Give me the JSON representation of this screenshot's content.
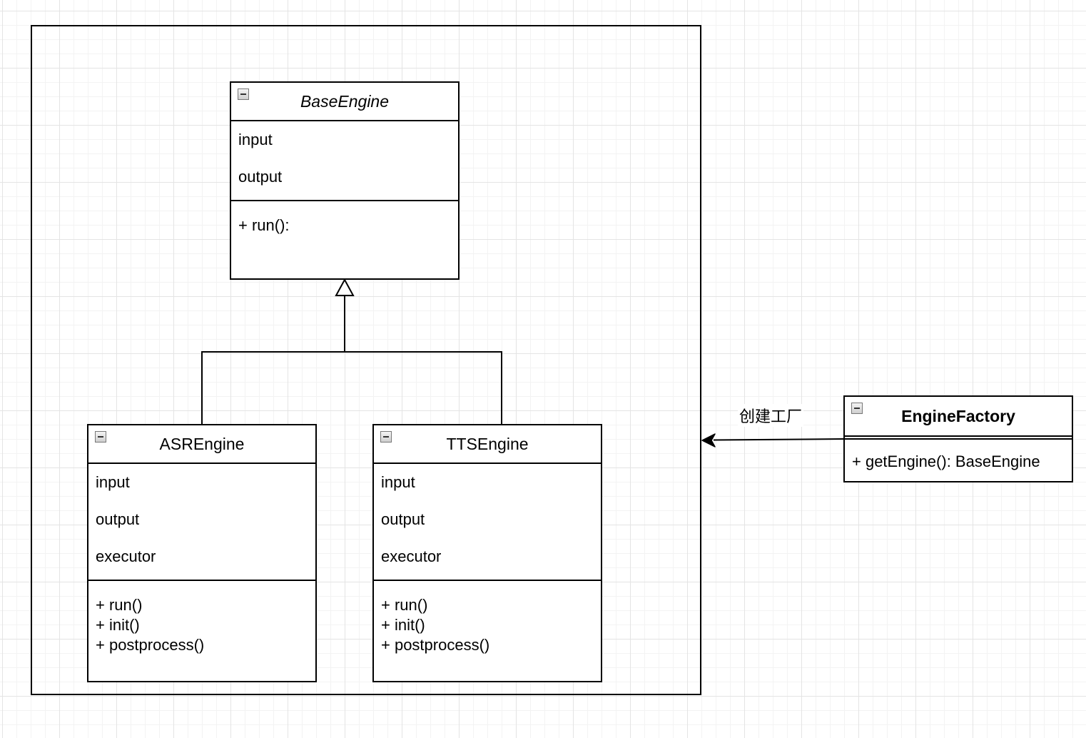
{
  "classes": {
    "base_engine": {
      "name": "BaseEngine",
      "attributes": [
        "input",
        "output"
      ],
      "methods": [
        "+ run():"
      ]
    },
    "asr_engine": {
      "name": "ASREngine",
      "attributes": [
        "input",
        "output",
        "executor"
      ],
      "methods": [
        "+ run()",
        "+ init()",
        "+ postprocess()"
      ]
    },
    "tts_engine": {
      "name": "TTSEngine",
      "attributes": [
        "input",
        "output",
        "executor"
      ],
      "methods": [
        "+ run()",
        "+ init()",
        "+ postprocess()"
      ]
    },
    "engine_factory": {
      "name": "EngineFactory",
      "methods": [
        "+ getEngine(): BaseEngine"
      ]
    }
  },
  "edges": {
    "factory_label": "创建工厂"
  }
}
